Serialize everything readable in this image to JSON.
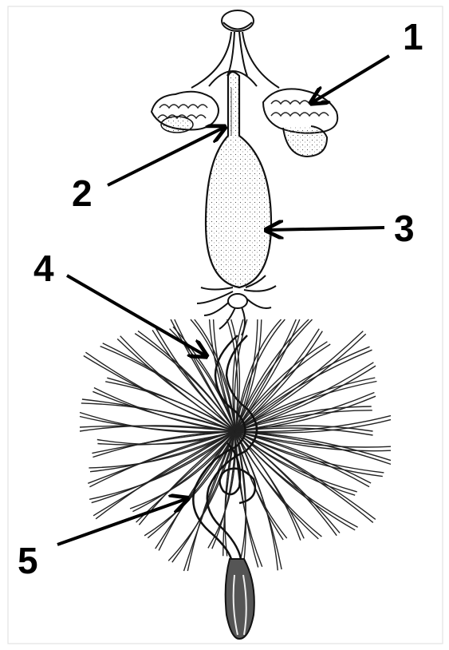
{
  "figure": {
    "stroke_color": "#111111",
    "background_color": "#ffffff",
    "callouts": [
      {
        "id": "1",
        "label": "1"
      },
      {
        "id": "2",
        "label": "2"
      },
      {
        "id": "3",
        "label": "3"
      },
      {
        "id": "4",
        "label": "4"
      },
      {
        "id": "5",
        "label": "5"
      }
    ]
  }
}
